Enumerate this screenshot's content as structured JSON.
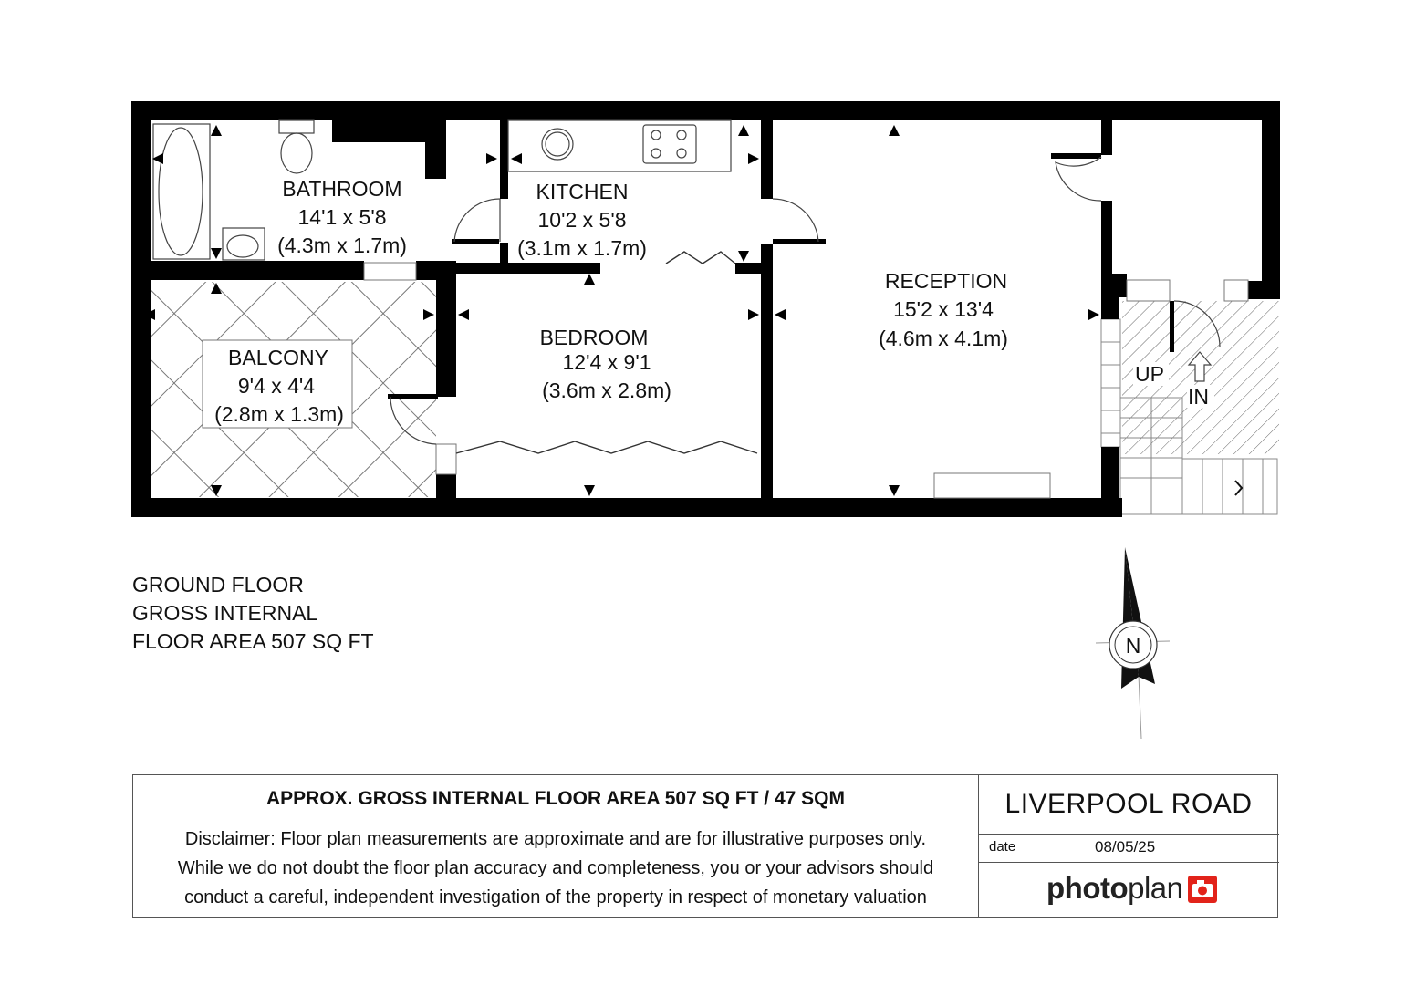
{
  "rooms": {
    "bathroom": {
      "name": "BATHROOM",
      "imperial": "14'1 x 5'8",
      "metric": "(4.3m x 1.7m)"
    },
    "kitchen": {
      "name": "KITCHEN",
      "imperial": "10'2 x 5'8",
      "metric": "(3.1m x 1.7m)"
    },
    "reception": {
      "name": "RECEPTION",
      "imperial": "15'2 x 13'4",
      "metric": "(4.6m x 4.1m)"
    },
    "bedroom": {
      "name": "BEDROOM",
      "imperial": "12'4 x 9'1",
      "metric": "(3.6m x 2.8m)"
    },
    "balcony": {
      "name": "BALCONY",
      "imperial": "9'4 x 4'4",
      "metric": "(2.8m x 1.3m)"
    }
  },
  "stairs": {
    "up": "UP",
    "in": "IN"
  },
  "compass": {
    "letter": "N"
  },
  "floor_note": {
    "line1": "GROUND FLOOR",
    "line2": "GROSS INTERNAL",
    "line3": "FLOOR AREA 507 SQ FT"
  },
  "footer": {
    "headline": "APPROX. GROSS INTERNAL FLOOR AREA 507 SQ FT / 47 SQM",
    "disclaimer": [
      "Disclaimer: Floor plan measurements are approximate and are for illustrative purposes only.",
      "While we do not doubt the floor plan accuracy and completeness, you or your advisors should",
      "conduct a careful, independent investigation of the property in respect of monetary valuation"
    ],
    "address": "LIVERPOOL ROAD",
    "date_label": "date",
    "date_value": "08/05/25",
    "brand_bold": "photo",
    "brand_light": "plan"
  },
  "colors": {
    "wall": "#000000",
    "brand_red": "#e2231a",
    "hatch": "#555555"
  }
}
